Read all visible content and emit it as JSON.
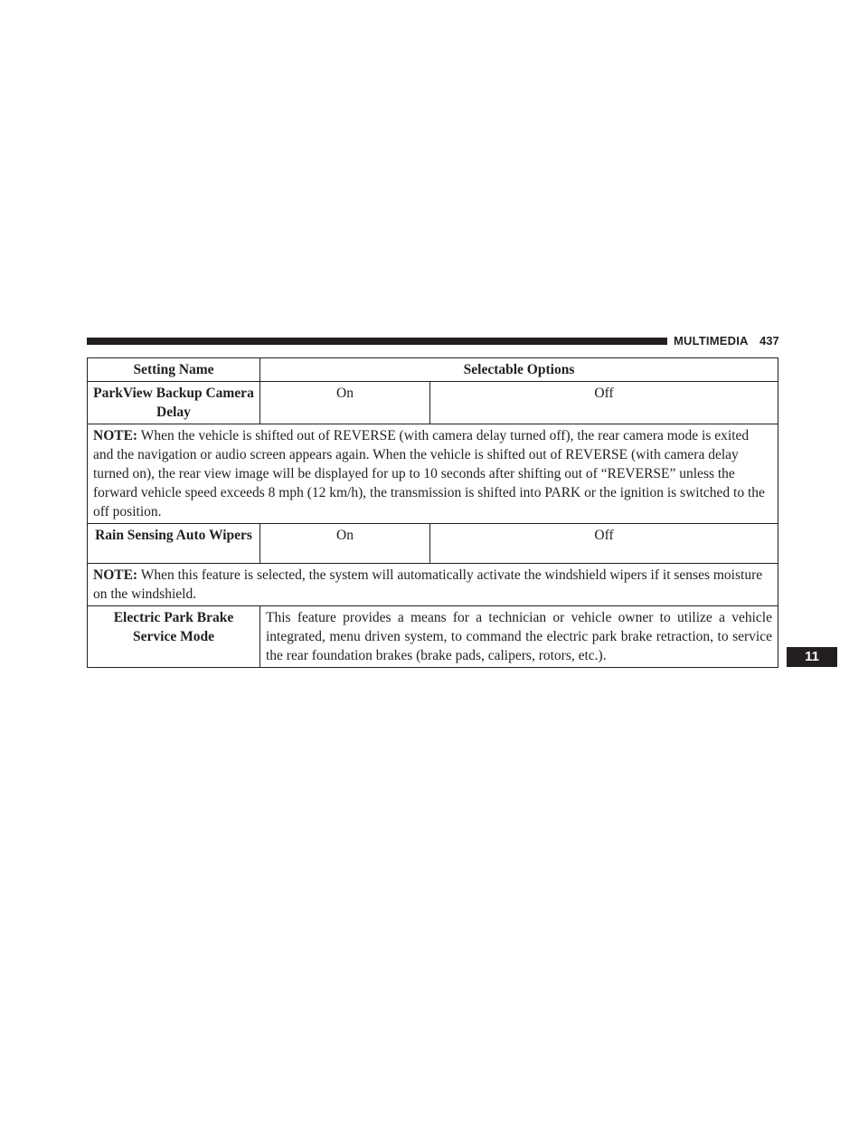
{
  "header": {
    "section": "MULTIMEDIA",
    "page_number": "437"
  },
  "chapter_tab": "11",
  "table": {
    "columns": [
      "Setting Name",
      "Selectable Options"
    ],
    "rows": [
      {
        "setting": "ParkView Backup Camera Delay",
        "options": [
          "On",
          "Off"
        ],
        "note_label": "NOTE:",
        "note": "When the vehicle is shifted out of REVERSE (with camera delay turned off), the rear camera mode is exited and the navigation or audio screen appears again. When the vehicle is shifted out of REVERSE (with camera delay turned on), the rear view image will be displayed for up to 10 seconds after shifting out of “REVERSE” unless the forward vehicle speed exceeds 8 mph (12 km/h), the transmission is shifted into PARK or the ignition is switched to the off position."
      },
      {
        "setting": "Rain Sensing Auto Wipers",
        "options": [
          "On",
          "Off"
        ],
        "note_label": "NOTE:",
        "note": "When this feature is selected, the system will automatically activate the windshield wipers if it senses moisture on the windshield."
      },
      {
        "setting": "Electric Park Brake Service Mode",
        "description": "This feature provides a means for a technician or vehicle owner to utilize a vehicle integrated, menu driven system, to command the electric park brake retraction, to service the rear foundation brakes (brake pads, calipers, rotors, etc.)."
      }
    ]
  }
}
